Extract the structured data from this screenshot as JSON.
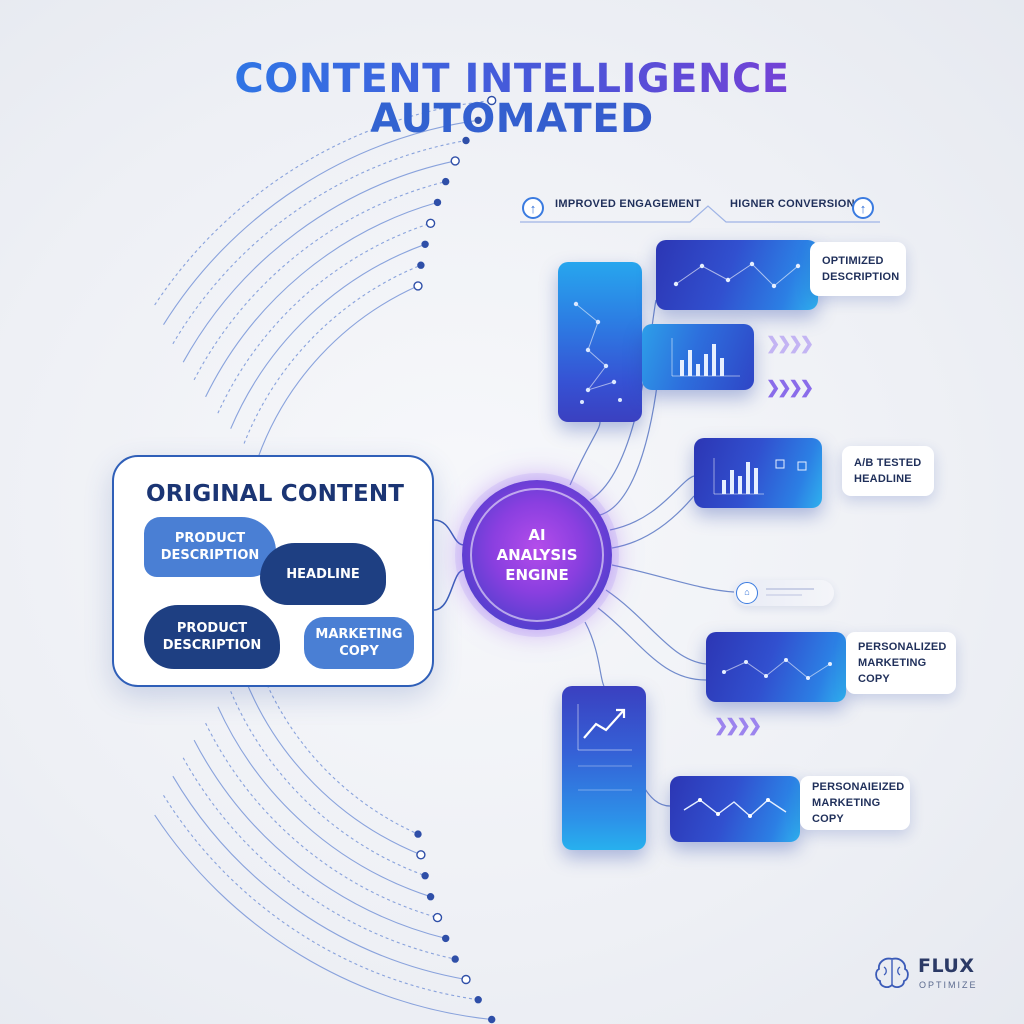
{
  "header": {
    "title_line1": "CONTENT INTELLIGENCE",
    "title_line2": "AUTOMATED"
  },
  "metrics": {
    "improved_engagement": "IMPROVED ENGAGEMENT",
    "higher_conversion": "HIGNER CONVERSION",
    "arrow_icon": "up-arrow-icon"
  },
  "original_content": {
    "title": "ORIGINAL CONTENT",
    "items": [
      {
        "label": "PRODUCT\nDESCRIPTION",
        "color": "#4a7fd4"
      },
      {
        "label": "HEADLINE",
        "color": "#1e3f82"
      },
      {
        "label": "PRODUCT\nDESCRIPTION",
        "color": "#1e3f82"
      },
      {
        "label": "MARKETING\nCOPY",
        "color": "#4a7fd4"
      }
    ]
  },
  "engine": {
    "label": "AI\nANALYSIS\nENGINE"
  },
  "outputs": [
    {
      "label": "OPTIMIZED\nDESCRIPTION"
    },
    {
      "label": "A/B TESTED\nHEADLINE"
    },
    {
      "label": "PERSONALIZED\nMARKETING COPY"
    },
    {
      "label": "PERSONAIEIZED\nMARKETING COPY"
    }
  ],
  "colors": {
    "accent_blue": "#2f6fd8",
    "navy": "#1b3574",
    "purple": "#8a3fe0",
    "chevron_light": "#b9a6f2",
    "chevron_dark": "#7d5ce8"
  },
  "logo": {
    "name": "FLUX",
    "tagline": "OPTIMIZE",
    "icon": "brain-icon"
  }
}
